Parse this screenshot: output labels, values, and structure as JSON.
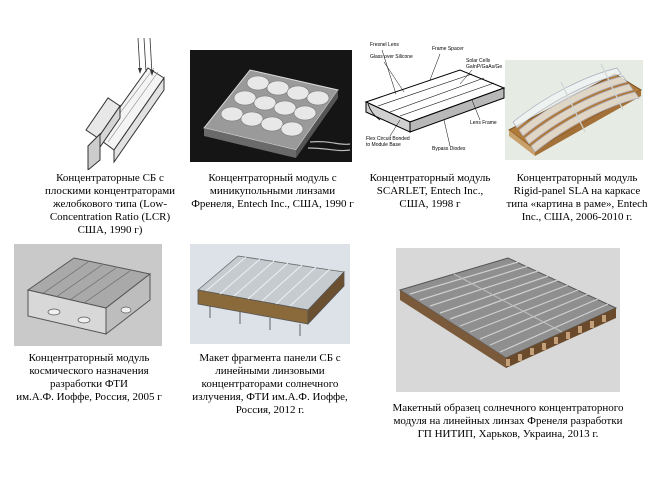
{
  "figures": [
    {
      "caption": "Концентраторные СБ с\nплоскими концентраторами\nжелобкового типа (Low-\nConcentration Ratio (LCR)\nСША, 1990 г)"
    },
    {
      "caption": "Концентраторный модуль с\nминикупольными линзами\nФренеля, Entech Inc., США, 1990 г"
    },
    {
      "caption": "Концентраторный модуль\nSCARLET, Entech Inc.,\nСША, 1998 г",
      "labels": [
        "Fresnel Lens",
        "Glass over Silicone",
        "Frame Spacer",
        "Solar Cells",
        "GaInP/GaAs/Ge",
        "Flex Circuit Bonded",
        "to Module Base",
        "Lens Frame",
        "Bypass Diodes"
      ]
    },
    {
      "caption": "Концентраторный модуль\nRigid-panel SLA на каркасе\nтипа «картина в раме», Entech\nInc., США, 2006-2010 г."
    },
    {
      "caption": "Концентраторный модуль\nкосмического назначения\nразработки ФТИ\nим.А.Ф. Иоффе, Россия, 2005 г"
    },
    {
      "caption": "Макет фрагмента панели СБ с\nлинейными линзовыми\nконцентраторами солнечного\nизлучения, ФТИ им.А.Ф. Иоффе,\nРоссия, 2012 г."
    },
    {
      "caption": "Макетный образец солнечного концентраторного\nмодуля на линейных линзах Френеля разработки\nГП НИТИП, Харьков, Украина, 2013 г."
    }
  ]
}
